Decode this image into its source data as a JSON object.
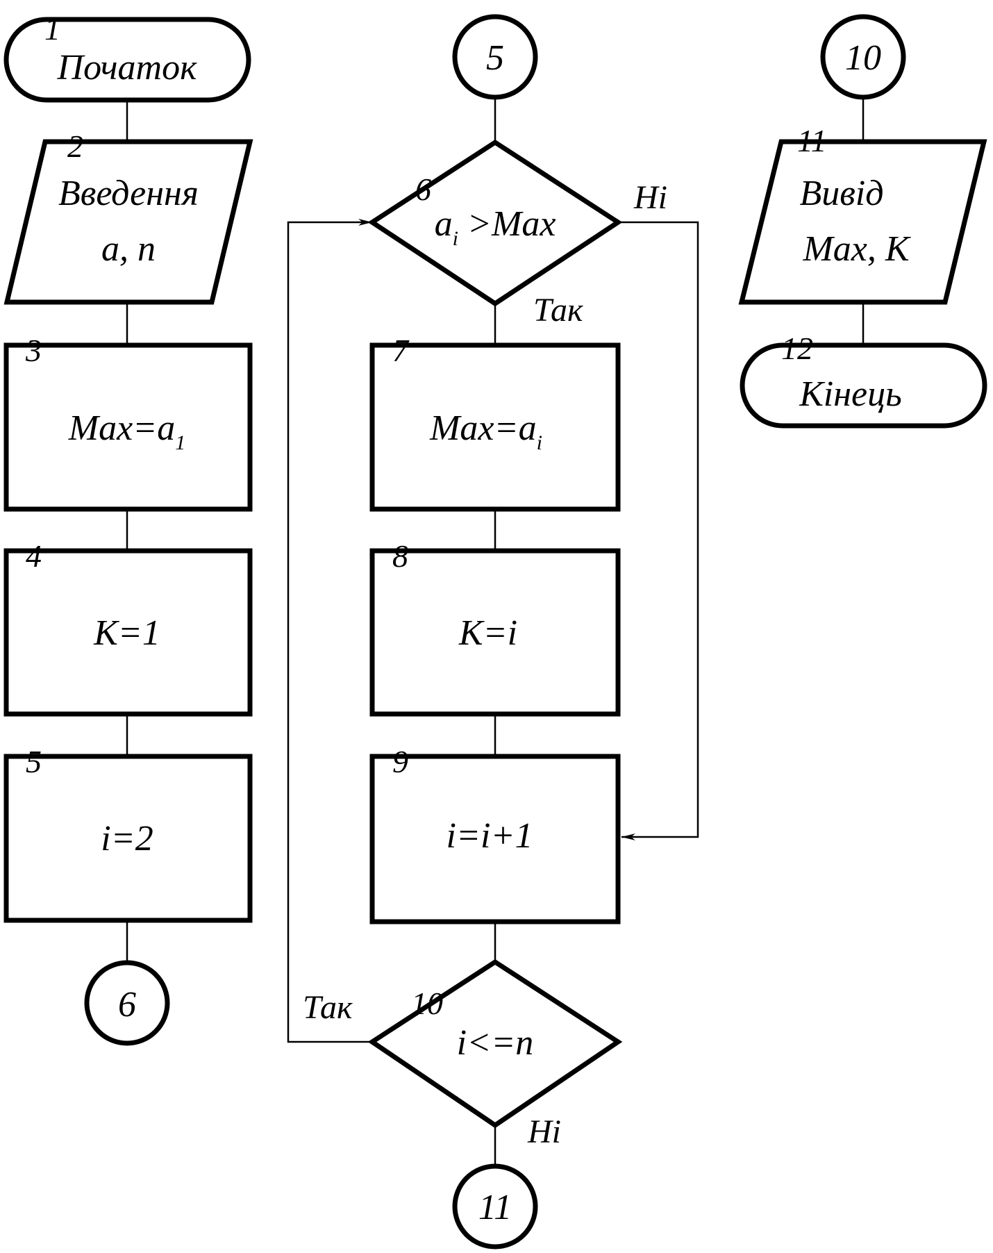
{
  "flowchart": {
    "col1": {
      "start": {
        "num": "1",
        "text": "Початок"
      },
      "input": {
        "num": "2",
        "line1": "Введення",
        "line2": "a, n"
      },
      "b3": {
        "num": "3",
        "var": "Max=a",
        "sub": "1"
      },
      "b4": {
        "num": "4",
        "text": "K=1"
      },
      "b5": {
        "num": "5",
        "text": "i=2"
      },
      "connector": "6"
    },
    "col2": {
      "connector_in": "5",
      "d6": {
        "num": "6",
        "var": "a",
        "sub": "i",
        "rest": " >Max",
        "yes": "Так",
        "no": "Ні"
      },
      "b7": {
        "num": "7",
        "var": "Max=a",
        "sub": "i"
      },
      "b8": {
        "num": "8",
        "text": "K=i"
      },
      "b9": {
        "num": "9",
        "text": "i=i+1"
      },
      "d10": {
        "num": "10",
        "text": "i<=n",
        "yes": "Так",
        "no": "Ні"
      },
      "connector_out": "11"
    },
    "col3": {
      "connector_in": "10",
      "output": {
        "num": "11",
        "line1": "Вивід",
        "line2": "Max, K"
      },
      "end": {
        "num": "12",
        "text": "Кінець"
      }
    }
  }
}
